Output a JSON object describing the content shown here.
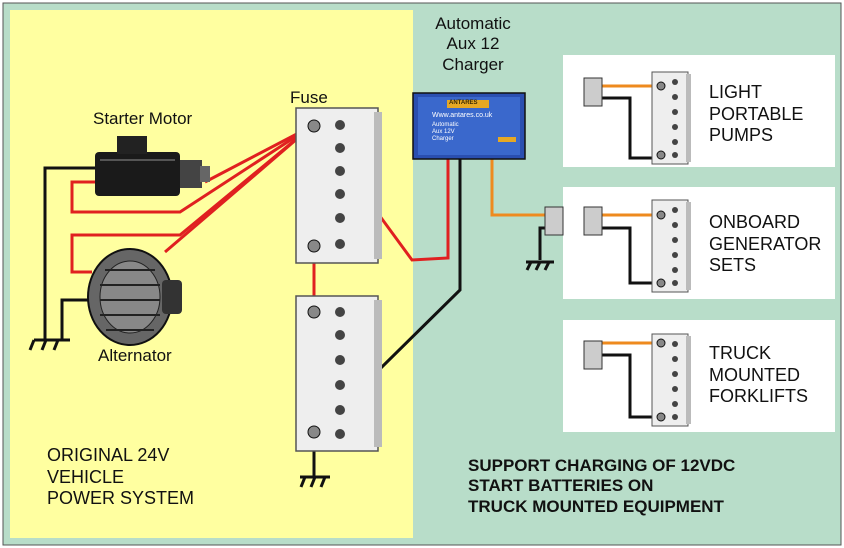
{
  "colors": {
    "background": "#b8ddc9",
    "vehicle_zone": "#ffffa0",
    "equipment_panel": "#ffffff",
    "red_wire": "#e02020",
    "orange_wire": "#ee8a1e",
    "black_wire": "#111111",
    "charger_body": "#2a4fb0",
    "battery_body": "#eeeeee"
  },
  "labels": {
    "starter_motor": "Starter Motor",
    "alternator": "Alternator",
    "fuse": "Fuse",
    "charger_title": "Automatic\nAux 12\nCharger",
    "charger_brand": "ANTARES",
    "charger_url": "Www.antares.co.uk",
    "charger_desc": "Automatic\nAux 12V\nCharger",
    "vehicle_system": "ORIGINAL 24V\nVEHICLE\nPOWER SYSTEM",
    "support_text": "SUPPORT CHARGING OF 12VDC\nSTART BATTERIES ON\nTRUCK MOUNTED EQUIPMENT"
  },
  "equipment": [
    {
      "label": "LIGHT\nPORTABLE\nPUMPS"
    },
    {
      "label": "ONBOARD\nGENERATOR\nSETS"
    },
    {
      "label": "TRUCK\nMOUNTED\nFORKLIFTS"
    }
  ]
}
